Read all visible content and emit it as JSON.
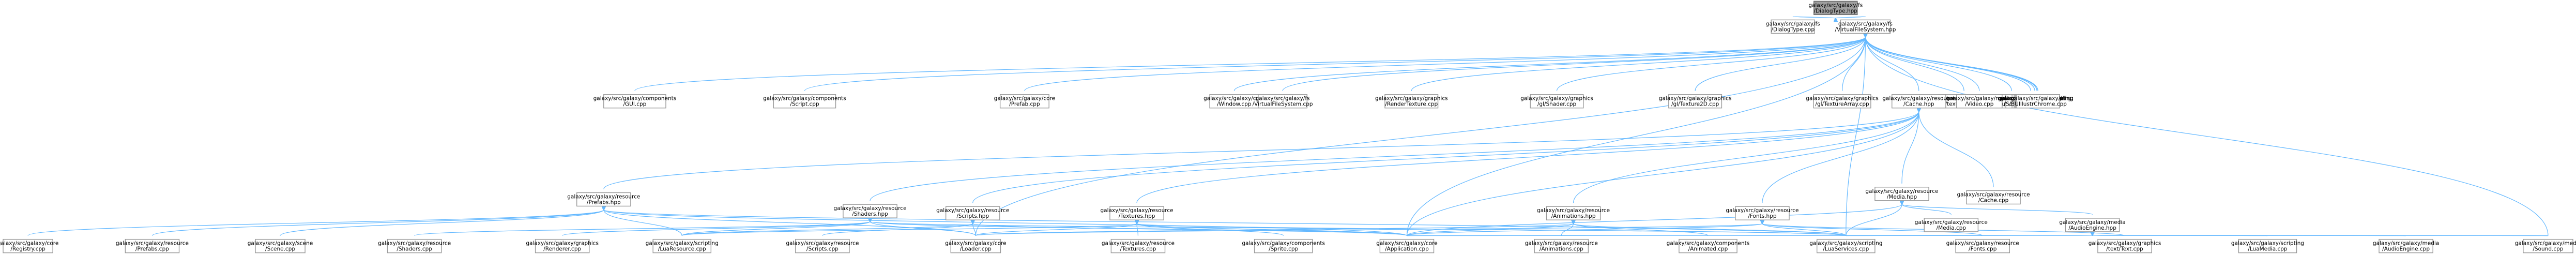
{
  "graph": {
    "colors": {
      "edge": "#63b8ff",
      "node_border": "#999999",
      "root_fill": "#a0a0a0",
      "node_fill": "#ffffff"
    },
    "nodes": [
      {
        "id": "root",
        "lines": [
          "galaxy/src/galaxy/fs",
          "/DialogType.hpp"
        ],
        "root": true
      },
      {
        "id": "dlgcpp",
        "lines": [
          "galaxy/src/galaxy/fs",
          "/DialogType.cpp"
        ]
      },
      {
        "id": "vfshpp",
        "lines": [
          "galaxy/src/galaxy/fs",
          "/VirtualFileSystem.hpp"
        ]
      },
      {
        "id": "gui",
        "lines": [
          "galaxy/src/galaxy/components",
          "/GUI.cpp"
        ]
      },
      {
        "id": "scriptcomp",
        "lines": [
          "galaxy/src/galaxy/components",
          "/Script.cpp"
        ]
      },
      {
        "id": "prefabcore",
        "lines": [
          "galaxy/src/galaxy/core",
          "/Prefab.cpp"
        ]
      },
      {
        "id": "window",
        "lines": [
          "galaxy/src/galaxy/core",
          "/Window.cpp"
        ]
      },
      {
        "id": "vfscpp",
        "lines": [
          "galaxy/src/galaxy/fs",
          "/VirtualFileSystem.cpp"
        ]
      },
      {
        "id": "rendertex",
        "lines": [
          "galaxy/src/galaxy/graphics",
          "/RenderTexture.cpp"
        ]
      },
      {
        "id": "glshader",
        "lines": [
          "galaxy/src/galaxy/graphics",
          "/gl/Shader.cpp"
        ]
      },
      {
        "id": "gltex2d",
        "lines": [
          "galaxy/src/galaxy/graphics",
          "/gl/Texture2D.cpp"
        ]
      },
      {
        "id": "gltexarr",
        "lines": [
          "galaxy/src/galaxy/graphics",
          "/gl/TextureArray.cpp"
        ]
      },
      {
        "id": "textfont",
        "lines": [
          "galaxy/src/galaxy/graphics",
          "/text/Font.cpp"
        ]
      },
      {
        "id": "cursor",
        "lines": [
          "galaxy/src/galaxy/input",
          "/Cursor.cpp"
        ]
      },
      {
        "id": "cachehpp",
        "lines": [
          "galaxy/src/galaxy/resource",
          "/Cache.hpp"
        ]
      },
      {
        "id": "video",
        "lines": [
          "galaxy/src/galaxy/media",
          "/Video.cpp"
        ]
      },
      {
        "id": "scenemgr",
        "lines": [
          "galaxy/src/galaxy/scene",
          "/SceneManager.cpp"
        ]
      },
      {
        "id": "json",
        "lines": [
          "galaxy/src/galaxy/scripting",
          "/JSON.cpp"
        ]
      },
      {
        "id": "scriptlib",
        "lines": [
          "galaxy/src/galaxy/scripting",
          "/Script.cpp"
        ]
      },
      {
        "id": "luafs",
        "lines": [
          "galaxy/src/galaxy/scripting",
          "/LuaFS.cpp"
        ]
      },
      {
        "id": "butil",
        "lines": [
          "galaxy/src/galaxy/ui",
          "/BUIllustrChrome.cpp"
        ]
      },
      {
        "id": "mediahpp",
        "lines": [
          "galaxy/src/galaxy/resource",
          "/Media.hpp"
        ]
      },
      {
        "id": "cachecpp",
        "lines": [
          "galaxy/src/galaxy/resource",
          "/Cache.cpp"
        ]
      },
      {
        "id": "prefabshpp",
        "lines": [
          "galaxy/src/galaxy/resource",
          "/Prefabs.hpp"
        ]
      },
      {
        "id": "shadershpp",
        "lines": [
          "galaxy/src/galaxy/resource",
          "/Shaders.hpp"
        ]
      },
      {
        "id": "scriptshpp",
        "lines": [
          "galaxy/src/galaxy/resource",
          "/Scripts.hpp"
        ]
      },
      {
        "id": "textureshpp",
        "lines": [
          "galaxy/src/galaxy/resource",
          "/Textures.hpp"
        ]
      },
      {
        "id": "animhpp",
        "lines": [
          "galaxy/src/galaxy/resource",
          "/Animations.hpp"
        ]
      },
      {
        "id": "fontshpp",
        "lines": [
          "galaxy/src/galaxy/resource",
          "/Fonts.hpp"
        ]
      },
      {
        "id": "mediacpp",
        "lines": [
          "galaxy/src/galaxy/resource",
          "/Media.cpp"
        ]
      },
      {
        "id": "audiohpp",
        "lines": [
          "galaxy/src/galaxy/media",
          "/AudioEngine.hpp"
        ]
      },
      {
        "id": "registry",
        "lines": [
          "galaxy/src/galaxy/core",
          "/Registry.cpp"
        ]
      },
      {
        "id": "prefabscpp",
        "lines": [
          "galaxy/src/galaxy/resource",
          "/Prefabs.cpp"
        ]
      },
      {
        "id": "scenecpp",
        "lines": [
          "galaxy/src/galaxy/scene",
          "/Scene.cpp"
        ]
      },
      {
        "id": "shaderscpp",
        "lines": [
          "galaxy/src/galaxy/resource",
          "/Shaders.cpp"
        ]
      },
      {
        "id": "renderer",
        "lines": [
          "galaxy/src/galaxy/graphics",
          "/Renderer.cpp"
        ]
      },
      {
        "id": "luares",
        "lines": [
          "galaxy/src/galaxy/scripting",
          "/LuaResource.cpp"
        ]
      },
      {
        "id": "scriptscpp",
        "lines": [
          "galaxy/src/galaxy/resource",
          "/Scripts.cpp"
        ]
      },
      {
        "id": "loader",
        "lines": [
          "galaxy/src/galaxy/core",
          "/Loader.cpp"
        ]
      },
      {
        "id": "texturescpp",
        "lines": [
          "galaxy/src/galaxy/resource",
          "/Textures.cpp"
        ]
      },
      {
        "id": "sprite",
        "lines": [
          "galaxy/src/galaxy/components",
          "/Sprite.cpp"
        ]
      },
      {
        "id": "application",
        "lines": [
          "galaxy/src/galaxy/core",
          "/Application.cpp"
        ]
      },
      {
        "id": "animcpp",
        "lines": [
          "galaxy/src/galaxy/resource",
          "/Animations.cpp"
        ]
      },
      {
        "id": "animated",
        "lines": [
          "galaxy/src/galaxy/components",
          "/Animated.cpp"
        ]
      },
      {
        "id": "luaservices",
        "lines": [
          "galaxy/src/galaxy/scripting",
          "/LuaServices.cpp"
        ]
      },
      {
        "id": "fontscpp",
        "lines": [
          "galaxy/src/galaxy/resource",
          "/Fonts.cpp"
        ]
      },
      {
        "id": "texttext",
        "lines": [
          "galaxy/src/galaxy/graphics",
          "/text/Text.cpp"
        ]
      },
      {
        "id": "luamedia",
        "lines": [
          "galaxy/src/galaxy/scripting",
          "/LuaMedia.cpp"
        ]
      },
      {
        "id": "audiocpp",
        "lines": [
          "galaxy/src/galaxy/media",
          "/AudioEngine.cpp"
        ]
      },
      {
        "id": "sound",
        "lines": [
          "galaxy/src/galaxy/media",
          "/Sound.cpp"
        ]
      }
    ],
    "edges": [
      [
        "root",
        "dlgcpp"
      ],
      [
        "root",
        "vfshpp"
      ],
      [
        "vfshpp",
        "gui"
      ],
      [
        "vfshpp",
        "scriptcomp"
      ],
      [
        "vfshpp",
        "prefabcore"
      ],
      [
        "vfshpp",
        "window"
      ],
      [
        "vfshpp",
        "vfscpp"
      ],
      [
        "vfshpp",
        "rendertex"
      ],
      [
        "vfshpp",
        "glshader"
      ],
      [
        "vfshpp",
        "gltex2d"
      ],
      [
        "vfshpp",
        "gltexarr"
      ],
      [
        "vfshpp",
        "textfont"
      ],
      [
        "vfshpp",
        "cursor"
      ],
      [
        "vfshpp",
        "cachehpp"
      ],
      [
        "vfshpp",
        "video"
      ],
      [
        "vfshpp",
        "scenemgr"
      ],
      [
        "vfshpp",
        "json"
      ],
      [
        "vfshpp",
        "scriptlib"
      ],
      [
        "vfshpp",
        "luafs"
      ],
      [
        "vfshpp",
        "butil"
      ],
      [
        "vfshpp",
        "application"
      ],
      [
        "vfshpp",
        "loader"
      ],
      [
        "vfshpp",
        "sound"
      ],
      [
        "vfshpp",
        "luaservices"
      ],
      [
        "cachehpp",
        "mediahpp"
      ],
      [
        "cachehpp",
        "cachecpp"
      ],
      [
        "cachehpp",
        "prefabshpp"
      ],
      [
        "cachehpp",
        "shadershpp"
      ],
      [
        "cachehpp",
        "scriptshpp"
      ],
      [
        "cachehpp",
        "textureshpp"
      ],
      [
        "cachehpp",
        "animhpp"
      ],
      [
        "cachehpp",
        "fontshpp"
      ],
      [
        "cachehpp",
        "application"
      ],
      [
        "mediahpp",
        "mediacpp"
      ],
      [
        "mediahpp",
        "audiohpp"
      ],
      [
        "mediahpp",
        "application"
      ],
      [
        "mediahpp",
        "luaservices"
      ],
      [
        "prefabshpp",
        "registry"
      ],
      [
        "prefabshpp",
        "prefabscpp"
      ],
      [
        "prefabshpp",
        "scenecpp"
      ],
      [
        "prefabshpp",
        "luares"
      ],
      [
        "prefabshpp",
        "loader"
      ],
      [
        "prefabshpp",
        "application"
      ],
      [
        "prefabshpp",
        "luaservices"
      ],
      [
        "shadershpp",
        "shaderscpp"
      ],
      [
        "shadershpp",
        "renderer"
      ],
      [
        "shadershpp",
        "luares"
      ],
      [
        "shadershpp",
        "loader"
      ],
      [
        "shadershpp",
        "application"
      ],
      [
        "shadershpp",
        "luaservices"
      ],
      [
        "scriptshpp",
        "scriptscpp"
      ],
      [
        "scriptshpp",
        "luares"
      ],
      [
        "scriptshpp",
        "loader"
      ],
      [
        "scriptshpp",
        "application"
      ],
      [
        "textureshpp",
        "texturescpp"
      ],
      [
        "textureshpp",
        "sprite"
      ],
      [
        "textureshpp",
        "luares"
      ],
      [
        "textureshpp",
        "loader"
      ],
      [
        "textureshpp",
        "application"
      ],
      [
        "textureshpp",
        "luaservices"
      ],
      [
        "animhpp",
        "animcpp"
      ],
      [
        "animhpp",
        "animated"
      ],
      [
        "animhpp",
        "loader"
      ],
      [
        "animhpp",
        "application"
      ],
      [
        "animhpp",
        "luaservices"
      ],
      [
        "fontshpp",
        "fontscpp"
      ],
      [
        "fontshpp",
        "texttext"
      ],
      [
        "fontshpp",
        "loader"
      ],
      [
        "fontshpp",
        "application"
      ],
      [
        "fontshpp",
        "luaservices"
      ],
      [
        "audiohpp",
        "audiocpp"
      ],
      [
        "audiohpp",
        "luamedia"
      ],
      [
        "audiohpp",
        "sound"
      ],
      [
        "audiohpp",
        "application"
      ],
      [
        "audiohpp",
        "luaservices"
      ]
    ]
  }
}
